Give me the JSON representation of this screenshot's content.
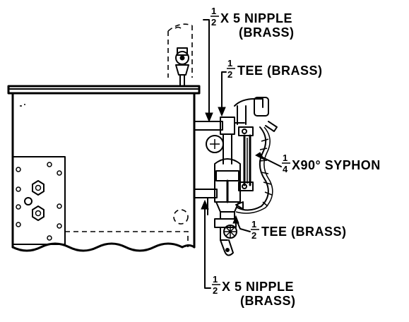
{
  "labels": {
    "nipple_top": {
      "frac_num": "1",
      "frac_den": "2",
      "text": "X 5 NIPPLE",
      "sub": "(BRASS)"
    },
    "tee_top": {
      "frac_num": "1",
      "frac_den": "2",
      "text": "TEE (BRASS)"
    },
    "syphon": {
      "frac_num": "1",
      "frac_den": "4",
      "text": "X90° SYPHON"
    },
    "tee_bottom": {
      "frac_num": "1",
      "frac_den": "2",
      "text": "TEE (BRASS)"
    },
    "nipple_bottom": {
      "frac_num": "1",
      "frac_den": "2",
      "text": "X 5 NIPPLE",
      "sub": "(BRASS)"
    }
  }
}
